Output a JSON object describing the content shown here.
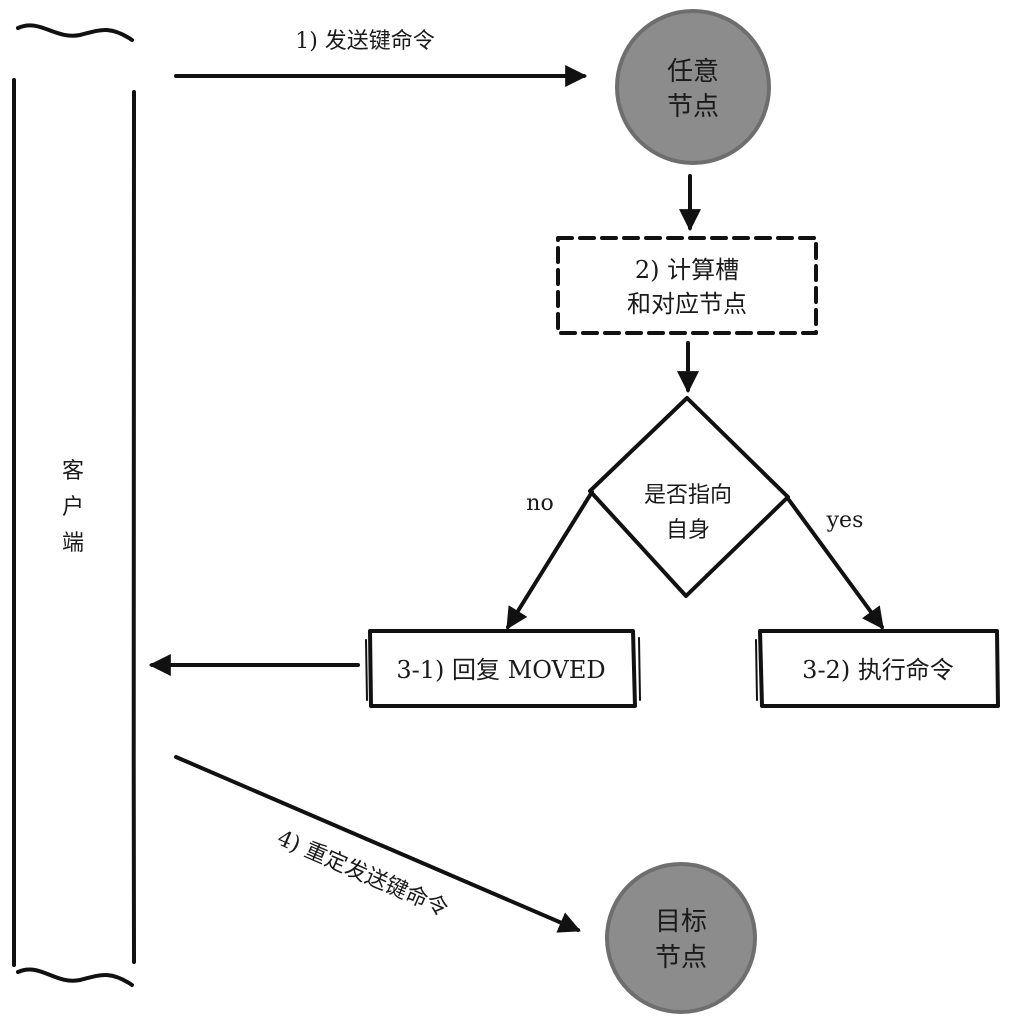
{
  "client": {
    "label": [
      "客",
      "户",
      "端"
    ]
  },
  "nodes": {
    "any_node": {
      "lines": [
        "任意",
        "节点"
      ]
    },
    "target_node": {
      "lines": [
        "目标",
        "节点"
      ]
    }
  },
  "steps": {
    "send_key_command": "1) 发送键命令",
    "compute_slot": [
      "2) 计算槽",
      "和对应节点"
    ],
    "decision": [
      "是否指向",
      "自身"
    ],
    "branch_no": "no",
    "branch_yes": "yes",
    "reply_moved": "3-1) 回复 MOVED",
    "execute_command": "3-2) 执行命令",
    "resend_key_command": "4) 重定发送键命令"
  },
  "colors": {
    "node_fill": "#8c8c8c",
    "line": "#111111"
  }
}
